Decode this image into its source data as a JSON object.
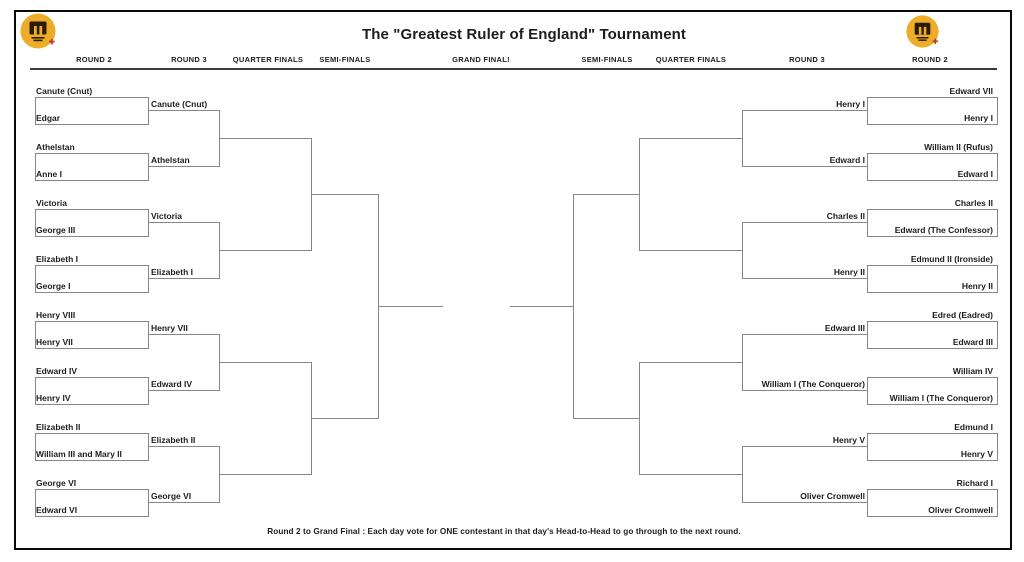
{
  "title": "The \"Greatest Ruler of England\" Tournament",
  "footer_note": "Round 2 to Grand Final : Each day vote for ONE contestant in that day's Head-to-Head to go through to the next round.",
  "column_headers": [
    "ROUND 2",
    "ROUND 3",
    "QUARTER FINALS",
    "SEMI-FINALS",
    "GRAND FINAL!",
    "SEMI-FINALS",
    "QUARTER FINALS",
    "ROUND 3",
    "ROUND 2"
  ],
  "logo": {
    "icon": "crown-battlement-logo-icon",
    "gold": "#EDAD28",
    "dark": "#2A1C06",
    "red": "#BF3A31"
  },
  "colors": {
    "bracket_line": "#878787",
    "header_rule": "#3a3a3a",
    "text": "#1d1d1d",
    "frame": "#0a0a0a"
  },
  "bracket": {
    "left": {
      "round2_pairs": [
        [
          "Canute (Cnut)",
          "Edgar"
        ],
        [
          "Athelstan",
          "Anne I"
        ],
        [
          "Victoria",
          "George III"
        ],
        [
          "Elizabeth I",
          "George I"
        ],
        [
          "Henry VIII",
          "Henry VII"
        ],
        [
          "Edward IV",
          "Henry IV"
        ],
        [
          "Elizabeth II",
          "William III and Mary II"
        ],
        [
          "George VI",
          "Edward VI"
        ]
      ],
      "round3_winners": [
        "Canute (Cnut)",
        "Athelstan",
        "Victoria",
        "Elizabeth I",
        "Henry VII",
        "Edward IV",
        "Elizabeth II",
        "George VI"
      ]
    },
    "right": {
      "round2_pairs": [
        [
          "Edward VII",
          "Henry I"
        ],
        [
          "William II (Rufus)",
          "Edward I"
        ],
        [
          "Charles II",
          "Edward (The Confessor)"
        ],
        [
          "Edmund II (Ironside)",
          "Henry II"
        ],
        [
          "Edred (Eadred)",
          "Edward III"
        ],
        [
          "William IV",
          "William I (The Conqueror)"
        ],
        [
          "Edmund I",
          "Henry V"
        ],
        [
          "Richard I",
          "Oliver Cromwell"
        ]
      ],
      "round3_winners": [
        "Henry I",
        "Edward I",
        "Charles II",
        "Henry II",
        "Edward III",
        "William I (The Conqueror)",
        "Henry V",
        "Oliver Cromwell"
      ]
    }
  }
}
